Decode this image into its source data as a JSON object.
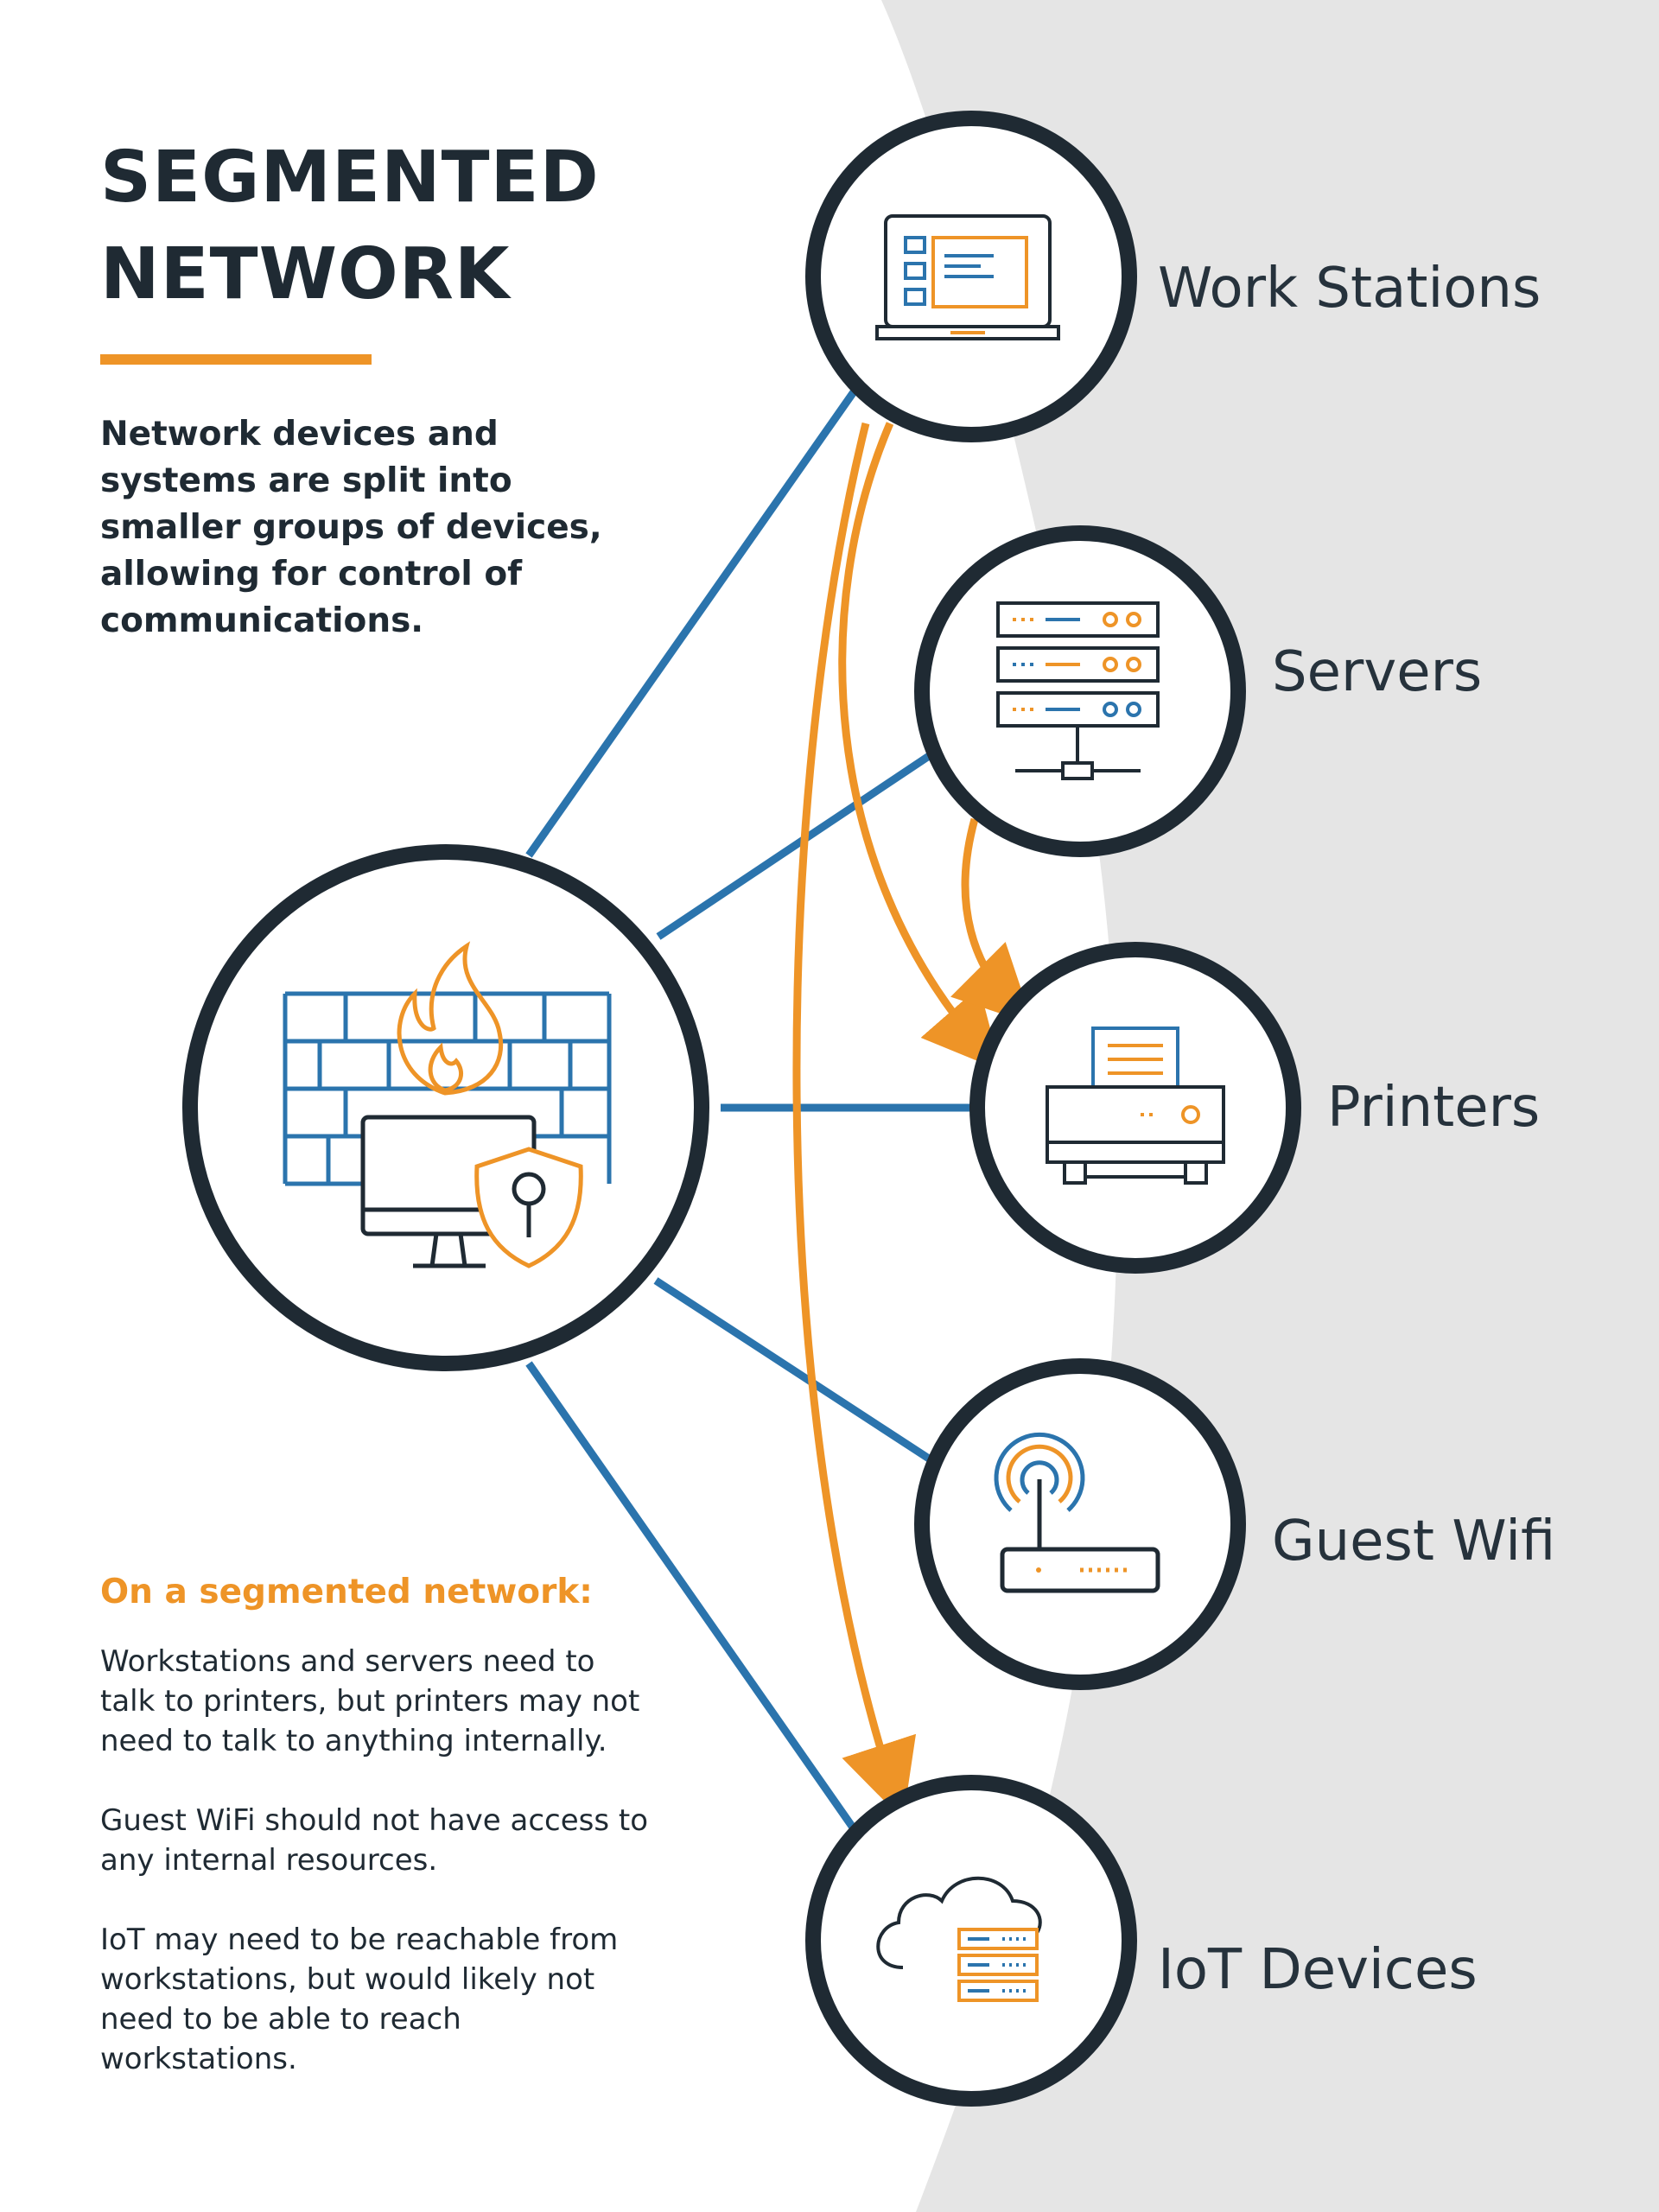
{
  "title_line1": "SEGMENTED",
  "title_line2": "NETWORK",
  "intro": "Network devices and systems are split into smaller groups of devices, allowing for control of communications.",
  "notes_heading": "On a segmented network:",
  "notes": [
    "Workstations and servers need to talk to printers, but printers may not need to talk to anything internally.",
    "Guest WiFi should not have access to any internal resources.",
    "IoT may need to be reachable from workstations, but would likely not need to be able to reach workstations."
  ],
  "nodes": {
    "workstations": "Work Stations",
    "servers": "Servers",
    "printers": "Printers",
    "guest_wifi": "Guest Wifi",
    "iot": "IoT Devices"
  },
  "colors": {
    "dark": "#1f2a33",
    "blue": "#2b74ad",
    "orange": "#ee9427",
    "gray_band": "#e5e5e5"
  },
  "icons": {
    "center": "firewall-icon",
    "workstations": "laptop-icon",
    "servers": "server-rack-icon",
    "printers": "printer-icon",
    "guest_wifi": "wifi-router-icon",
    "iot": "cloud-server-icon"
  }
}
